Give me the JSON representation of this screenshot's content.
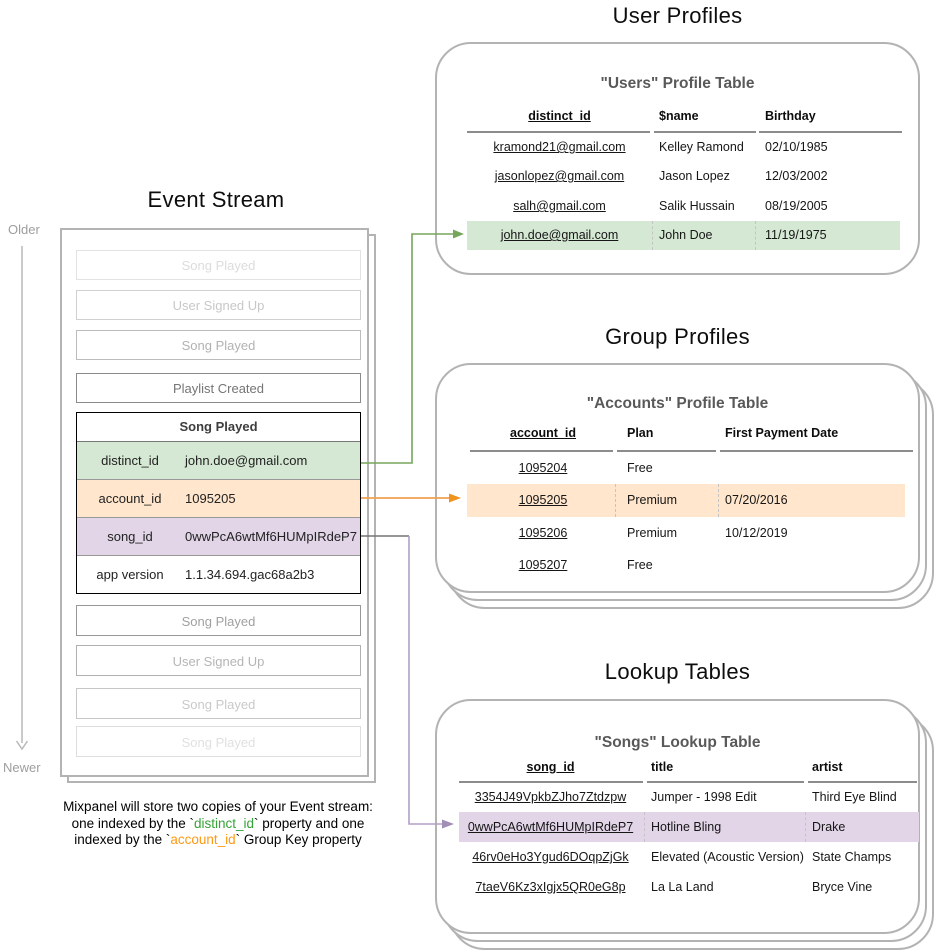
{
  "colors": {
    "green_fill": "#d5e8d4",
    "orange_fill": "#ffe6cc",
    "purple_fill": "#e1d5e7",
    "green_arrow": "#76a65c",
    "orange_arrow": "#f0a14f",
    "purple_arrow": "#b3a0c7",
    "gray_arrow": "#757575",
    "caption_green": "#36a336",
    "caption_orange": "#ff9914"
  },
  "event_stream": {
    "title": "Event Stream",
    "older_label": "Older",
    "newer_label": "Newer",
    "events_above": [
      {
        "label": "Song Played"
      },
      {
        "label": "User Signed Up"
      },
      {
        "label": "Song Played"
      },
      {
        "label": "Playlist Created"
      }
    ],
    "expanded_event": {
      "title": "Song Played",
      "properties": [
        {
          "key": "distinct_id",
          "value": "john.doe@gmail.com"
        },
        {
          "key": "account_id",
          "value": "1095205"
        },
        {
          "key": "song_id",
          "value": "0wwPcA6wtMf6HUMpIRdeP7"
        },
        {
          "key": "app version",
          "value": "1.1.34.694.gac68a2b3"
        }
      ]
    },
    "events_below": [
      {
        "label": "Song Played"
      },
      {
        "label": "User Signed Up"
      },
      {
        "label": "Song Played"
      },
      {
        "label": "Song Played"
      }
    ],
    "caption_line1": "Mixpanel will store two copies of your Event stream:",
    "caption_line2_pre": "one indexed by the `",
    "caption_line2_key": "distinct_id",
    "caption_line2_post": "` property and one",
    "caption_line3_pre": "indexed by the `",
    "caption_line3_key": "account_id",
    "caption_line3_post": "` Group Key property"
  },
  "user_profiles": {
    "section_title": "User Profiles",
    "table_title": "\"Users\" Profile Table",
    "columns": [
      "distinct_id",
      "$name",
      "Birthday"
    ],
    "rows": [
      [
        "kramond21@gmail.com",
        "Kelley Ramond",
        "02/10/1985"
      ],
      [
        "jasonlopez@gmail.com",
        "Jason Lopez",
        "12/03/2002"
      ],
      [
        "salh@gmail.com",
        "Salik Hussain",
        "08/19/2005"
      ],
      [
        "john.doe@gmail.com",
        "John Doe",
        "11/19/1975"
      ]
    ]
  },
  "group_profiles": {
    "section_title": "Group Profiles",
    "table_title": "\"Accounts\" Profile Table",
    "columns": [
      "account_id",
      "Plan",
      "First Payment Date"
    ],
    "rows": [
      [
        "1095204",
        "Free",
        ""
      ],
      [
        "1095205",
        "Premium",
        "07/20/2016"
      ],
      [
        "1095206",
        "Premium",
        "10/12/2019"
      ],
      [
        "1095207",
        "Free",
        ""
      ]
    ]
  },
  "lookup_tables": {
    "section_title": "Lookup Tables",
    "table_title": "\"Songs\" Lookup Table",
    "columns": [
      "song_id",
      "title",
      "artist"
    ],
    "rows": [
      [
        "3354J49VpkbZJho7Ztdzpw",
        "Jumper - 1998 Edit",
        "Third Eye Blind"
      ],
      [
        "0wwPcA6wtMf6HUMpIRdeP7",
        "Hotline Bling",
        "Drake"
      ],
      [
        "46rv0eHo3Ygud6DOqpZjGk",
        "Elevated (Acoustic Version)",
        "State Champs"
      ],
      [
        "7taeV6Kz3xIgjx5QR0eG8p",
        "La La Land",
        "Bryce Vine"
      ]
    ]
  }
}
